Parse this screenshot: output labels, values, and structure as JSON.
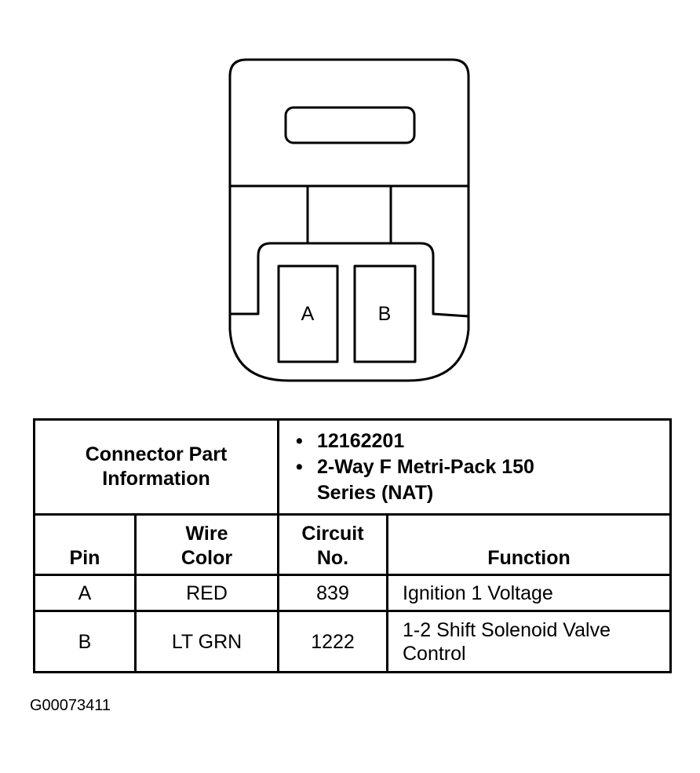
{
  "connector": {
    "pin_labels": [
      "A",
      "B"
    ]
  },
  "table": {
    "part_info_label": "Connector Part Information",
    "part_info_items": [
      "12162201",
      "2-Way F Metri-Pack 150 Series (NAT)"
    ],
    "headers": {
      "pin": "Pin",
      "wire_color": "Wire Color",
      "circuit_no": "Circuit No.",
      "function": "Function"
    },
    "rows": [
      {
        "pin": "A",
        "wire_color": "RED",
        "circuit_no": "839",
        "function": "Ignition 1 Voltage"
      },
      {
        "pin": "B",
        "wire_color": "LT GRN",
        "circuit_no": "1222",
        "function": "1-2 Shift Solenoid Valve Control"
      }
    ]
  },
  "figure_id": "G00073411"
}
